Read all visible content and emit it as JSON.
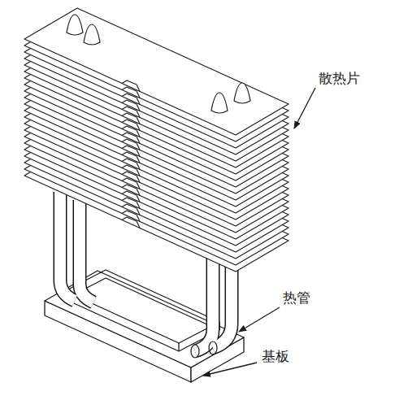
{
  "diagram": {
    "labels": [
      "散热片",
      "热管",
      "基板"
    ]
  }
}
